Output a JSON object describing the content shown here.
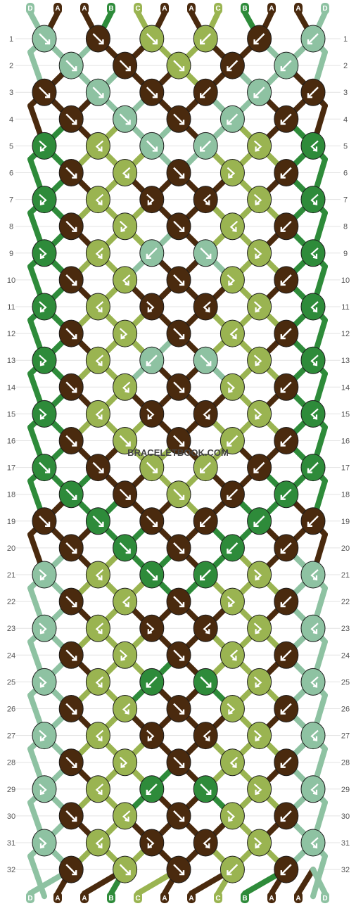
{
  "watermark": "BRACELETBOOK.COM",
  "colors": {
    "A": "#4a2a0e",
    "B": "#2e8b3a",
    "C": "#9ab451",
    "D": "#8ec2a2"
  },
  "top_strands": [
    "D",
    "A",
    "A",
    "B",
    "C",
    "A",
    "A",
    "C",
    "B",
    "A",
    "A",
    "D"
  ],
  "bottom_strands": [
    "D",
    "A",
    "A",
    "B",
    "C",
    "A",
    "A",
    "C",
    "B",
    "A",
    "A",
    "D"
  ],
  "row_numbers": [
    "1",
    "2",
    "3",
    "4",
    "5",
    "6",
    "7",
    "8",
    "9",
    "10",
    "11",
    "12",
    "13",
    "14",
    "15",
    "16",
    "17",
    "18",
    "19",
    "20",
    "21",
    "22",
    "23",
    "24",
    "25",
    "26",
    "27",
    "28",
    "29",
    "30",
    "31",
    "32"
  ],
  "knots": [
    [
      {
        "c": "D",
        "d": "R"
      },
      {
        "c": "A",
        "d": "R"
      },
      {
        "c": "C",
        "d": "R"
      },
      {
        "c": "C",
        "d": "L"
      },
      {
        "c": "A",
        "d": "L"
      },
      {
        "c": "D",
        "d": "L"
      }
    ],
    [
      {
        "c": "D",
        "d": "R"
      },
      {
        "c": "A",
        "d": "R"
      },
      {
        "c": "C",
        "d": "R"
      },
      {
        "c": "A",
        "d": "L"
      },
      {
        "c": "D",
        "d": "L"
      }
    ],
    [
      {
        "c": "A",
        "d": "R"
      },
      {
        "c": "D",
        "d": "R"
      },
      {
        "c": "A",
        "d": "R"
      },
      {
        "c": "A",
        "d": "L"
      },
      {
        "c": "D",
        "d": "L"
      },
      {
        "c": "A",
        "d": "L"
      }
    ],
    [
      {
        "c": "A",
        "d": "R"
      },
      {
        "c": "D",
        "d": "R"
      },
      {
        "c": "A",
        "d": "R"
      },
      {
        "c": "D",
        "d": "L"
      },
      {
        "c": "A",
        "d": "L"
      }
    ],
    [
      {
        "c": "B",
        "d": "Rb"
      },
      {
        "c": "C",
        "d": "Lb"
      },
      {
        "c": "D",
        "d": "R"
      },
      {
        "c": "D",
        "d": "L"
      },
      {
        "c": "C",
        "d": "Rb"
      },
      {
        "c": "B",
        "d": "Lb"
      }
    ],
    [
      {
        "c": "A",
        "d": "R"
      },
      {
        "c": "C",
        "d": "Lb"
      },
      {
        "c": "A",
        "d": "R"
      },
      {
        "c": "C",
        "d": "Rb"
      },
      {
        "c": "A",
        "d": "L"
      }
    ],
    [
      {
        "c": "B",
        "d": "Rb"
      },
      {
        "c": "C",
        "d": "Lb"
      },
      {
        "c": "A",
        "d": "Rb"
      },
      {
        "c": "A",
        "d": "Lb"
      },
      {
        "c": "C",
        "d": "Rb"
      },
      {
        "c": "B",
        "d": "Lb"
      }
    ],
    [
      {
        "c": "A",
        "d": "R"
      },
      {
        "c": "C",
        "d": "Rb"
      },
      {
        "c": "A",
        "d": "R"
      },
      {
        "c": "C",
        "d": "Lb"
      },
      {
        "c": "A",
        "d": "L"
      }
    ],
    [
      {
        "c": "B",
        "d": "Rb"
      },
      {
        "c": "C",
        "d": "Lb"
      },
      {
        "c": "D",
        "d": "L"
      },
      {
        "c": "D",
        "d": "R"
      },
      {
        "c": "C",
        "d": "Rb"
      },
      {
        "c": "B",
        "d": "Lb"
      }
    ],
    [
      {
        "c": "A",
        "d": "R"
      },
      {
        "c": "C",
        "d": "Lb"
      },
      {
        "c": "A",
        "d": "R"
      },
      {
        "c": "C",
        "d": "Rb"
      },
      {
        "c": "A",
        "d": "L"
      }
    ],
    [
      {
        "c": "B",
        "d": "Rb"
      },
      {
        "c": "C",
        "d": "Lb"
      },
      {
        "c": "A",
        "d": "Rb"
      },
      {
        "c": "A",
        "d": "Lb"
      },
      {
        "c": "C",
        "d": "Rb"
      },
      {
        "c": "B",
        "d": "Lb"
      }
    ],
    [
      {
        "c": "A",
        "d": "R"
      },
      {
        "c": "C",
        "d": "Rb"
      },
      {
        "c": "A",
        "d": "R"
      },
      {
        "c": "C",
        "d": "Lb"
      },
      {
        "c": "A",
        "d": "L"
      }
    ],
    [
      {
        "c": "B",
        "d": "Rb"
      },
      {
        "c": "C",
        "d": "Lb"
      },
      {
        "c": "D",
        "d": "L"
      },
      {
        "c": "D",
        "d": "R"
      },
      {
        "c": "C",
        "d": "Rb"
      },
      {
        "c": "B",
        "d": "Lb"
      }
    ],
    [
      {
        "c": "A",
        "d": "R"
      },
      {
        "c": "C",
        "d": "Lb"
      },
      {
        "c": "A",
        "d": "R"
      },
      {
        "c": "C",
        "d": "Rb"
      },
      {
        "c": "A",
        "d": "L"
      }
    ],
    [
      {
        "c": "B",
        "d": "Rb"
      },
      {
        "c": "C",
        "d": "Lb"
      },
      {
        "c": "A",
        "d": "Rb"
      },
      {
        "c": "A",
        "d": "Lb"
      },
      {
        "c": "C",
        "d": "Rb"
      },
      {
        "c": "B",
        "d": "Lb"
      }
    ],
    [
      {
        "c": "A",
        "d": "R"
      },
      {
        "c": "C",
        "d": "R"
      },
      {
        "c": "A",
        "d": "R"
      },
      {
        "c": "C",
        "d": "L"
      },
      {
        "c": "A",
        "d": "L"
      }
    ],
    [
      {
        "c": "B",
        "d": "R"
      },
      {
        "c": "A",
        "d": "R"
      },
      {
        "c": "C",
        "d": "R"
      },
      {
        "c": "C",
        "d": "L"
      },
      {
        "c": "A",
        "d": "L"
      },
      {
        "c": "B",
        "d": "L"
      }
    ],
    [
      {
        "c": "B",
        "d": "R"
      },
      {
        "c": "A",
        "d": "R"
      },
      {
        "c": "C",
        "d": "R"
      },
      {
        "c": "A",
        "d": "L"
      },
      {
        "c": "B",
        "d": "L"
      }
    ],
    [
      {
        "c": "A",
        "d": "R"
      },
      {
        "c": "B",
        "d": "R"
      },
      {
        "c": "A",
        "d": "R"
      },
      {
        "c": "A",
        "d": "L"
      },
      {
        "c": "B",
        "d": "L"
      },
      {
        "c": "A",
        "d": "L"
      }
    ],
    [
      {
        "c": "A",
        "d": "R"
      },
      {
        "c": "B",
        "d": "R"
      },
      {
        "c": "A",
        "d": "R"
      },
      {
        "c": "B",
        "d": "L"
      },
      {
        "c": "A",
        "d": "L"
      }
    ],
    [
      {
        "c": "D",
        "d": "Rb"
      },
      {
        "c": "C",
        "d": "Lb"
      },
      {
        "c": "B",
        "d": "R"
      },
      {
        "c": "B",
        "d": "L"
      },
      {
        "c": "C",
        "d": "Rb"
      },
      {
        "c": "D",
        "d": "Lb"
      }
    ],
    [
      {
        "c": "A",
        "d": "R"
      },
      {
        "c": "C",
        "d": "Lb"
      },
      {
        "c": "A",
        "d": "R"
      },
      {
        "c": "C",
        "d": "Rb"
      },
      {
        "c": "A",
        "d": "L"
      }
    ],
    [
      {
        "c": "D",
        "d": "Rb"
      },
      {
        "c": "C",
        "d": "Lb"
      },
      {
        "c": "A",
        "d": "Rb"
      },
      {
        "c": "A",
        "d": "Lb"
      },
      {
        "c": "C",
        "d": "Rb"
      },
      {
        "c": "D",
        "d": "Lb"
      }
    ],
    [
      {
        "c": "A",
        "d": "R"
      },
      {
        "c": "C",
        "d": "Rb"
      },
      {
        "c": "A",
        "d": "R"
      },
      {
        "c": "C",
        "d": "Lb"
      },
      {
        "c": "A",
        "d": "L"
      }
    ],
    [
      {
        "c": "D",
        "d": "Rb"
      },
      {
        "c": "C",
        "d": "Lb"
      },
      {
        "c": "B",
        "d": "L"
      },
      {
        "c": "B",
        "d": "R"
      },
      {
        "c": "C",
        "d": "Rb"
      },
      {
        "c": "D",
        "d": "Lb"
      }
    ],
    [
      {
        "c": "A",
        "d": "R"
      },
      {
        "c": "C",
        "d": "Lb"
      },
      {
        "c": "A",
        "d": "R"
      },
      {
        "c": "C",
        "d": "Rb"
      },
      {
        "c": "A",
        "d": "L"
      }
    ],
    [
      {
        "c": "D",
        "d": "Rb"
      },
      {
        "c": "C",
        "d": "Lb"
      },
      {
        "c": "A",
        "d": "Rb"
      },
      {
        "c": "A",
        "d": "Lb"
      },
      {
        "c": "C",
        "d": "Rb"
      },
      {
        "c": "D",
        "d": "Lb"
      }
    ],
    [
      {
        "c": "A",
        "d": "R"
      },
      {
        "c": "C",
        "d": "Rb"
      },
      {
        "c": "A",
        "d": "R"
      },
      {
        "c": "C",
        "d": "Lb"
      },
      {
        "c": "A",
        "d": "L"
      }
    ],
    [
      {
        "c": "D",
        "d": "Rb"
      },
      {
        "c": "C",
        "d": "Lb"
      },
      {
        "c": "B",
        "d": "L"
      },
      {
        "c": "B",
        "d": "R"
      },
      {
        "c": "C",
        "d": "Rb"
      },
      {
        "c": "D",
        "d": "Lb"
      }
    ],
    [
      {
        "c": "A",
        "d": "R"
      },
      {
        "c": "C",
        "d": "Lb"
      },
      {
        "c": "A",
        "d": "R"
      },
      {
        "c": "C",
        "d": "Rb"
      },
      {
        "c": "A",
        "d": "L"
      }
    ],
    [
      {
        "c": "D",
        "d": "Rb"
      },
      {
        "c": "C",
        "d": "Lb"
      },
      {
        "c": "A",
        "d": "Rb"
      },
      {
        "c": "A",
        "d": "Lb"
      },
      {
        "c": "C",
        "d": "Rb"
      },
      {
        "c": "D",
        "d": "Lb"
      }
    ],
    [
      {
        "c": "A",
        "d": "R"
      },
      {
        "c": "C",
        "d": "R"
      },
      {
        "c": "A",
        "d": "R"
      },
      {
        "c": "C",
        "d": "L"
      },
      {
        "c": "A",
        "d": "L"
      }
    ]
  ]
}
